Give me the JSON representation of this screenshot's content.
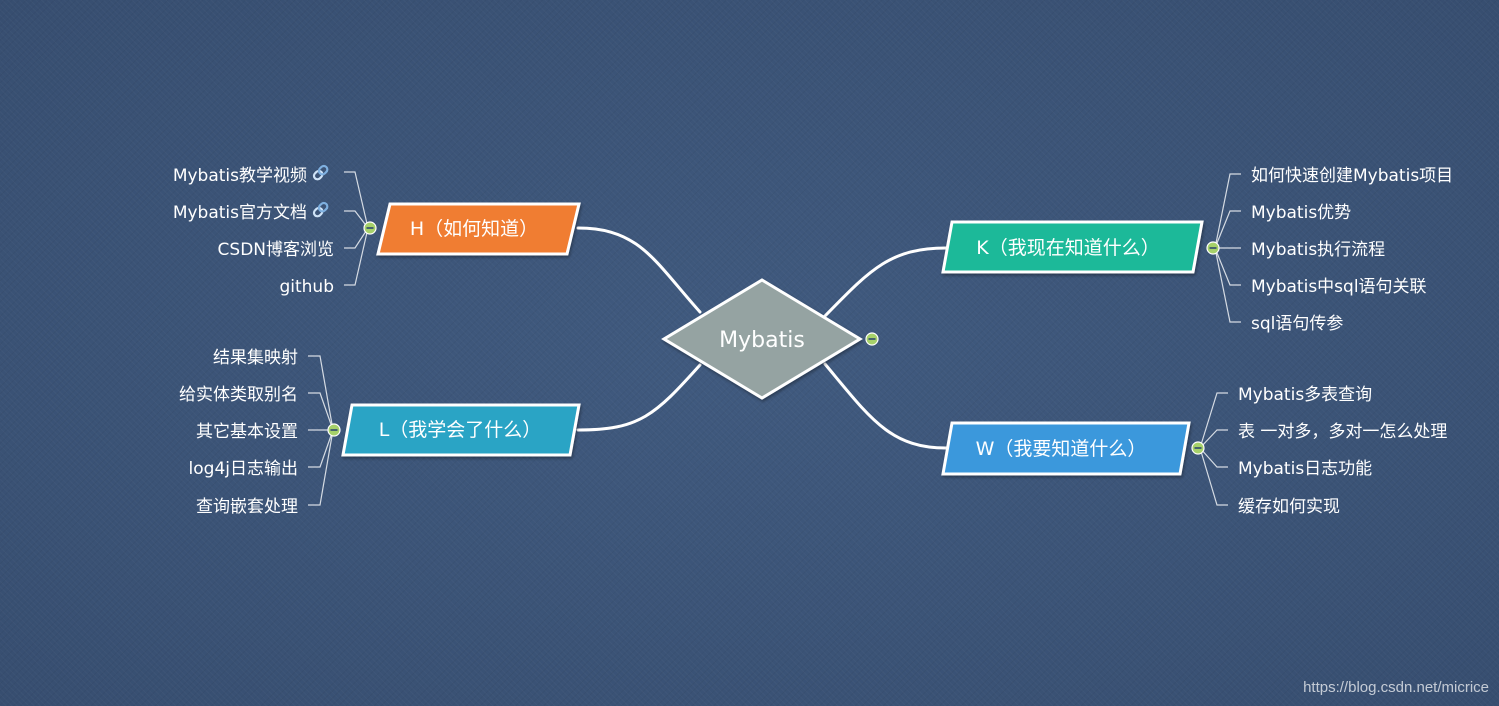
{
  "central": {
    "label": "Mybatis"
  },
  "colors": {
    "central": "#95a3a2",
    "h": "#f07d32",
    "k": "#1eb999",
    "l": "#2aa4c5",
    "w": "#3b98dc",
    "connector": "#ffffff",
    "collapse": "#a6d16a"
  },
  "branches": {
    "h": {
      "label": "H（如何知道）",
      "children": [
        "Mybatis教学视频",
        "Mybatis官方文档",
        "CSDN博客浏览",
        "github"
      ],
      "link_icon": "link-icon"
    },
    "l": {
      "label": "L（我学会了什么）",
      "children": [
        "结果集映射",
        "给实体类取别名",
        "其它基本设置",
        "log4j日志输出",
        "查询嵌套处理"
      ]
    },
    "k": {
      "label": "K（我现在知道什么）",
      "children": [
        "如何快速创建Mybatis项目",
        "Mybatis优势",
        "Mybatis执行流程",
        "Mybatis中sql语句关联",
        "sql语句传参"
      ]
    },
    "w": {
      "label": "W（我要知道什么）",
      "children": [
        "Mybatis多表查询",
        "表 一对多，多对一怎么处理",
        "Mybatis日志功能",
        "缓存如何实现"
      ]
    }
  },
  "watermark": "https://blog.csdn.net/micrice"
}
